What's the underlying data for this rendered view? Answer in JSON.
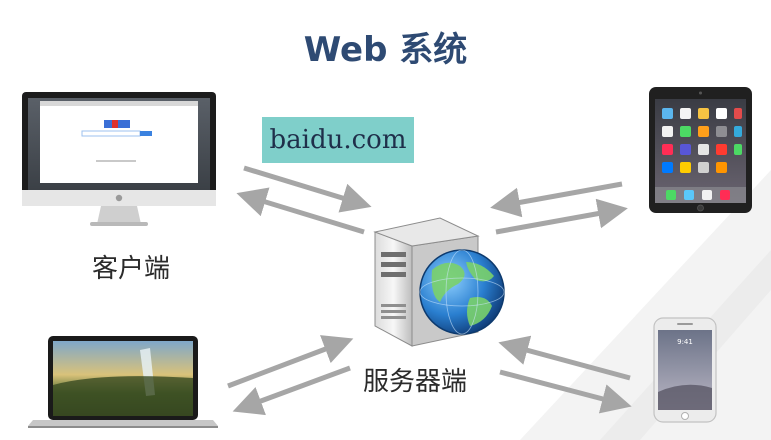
{
  "title": "Web 系统",
  "url_box": "baidu.com",
  "labels": {
    "client": "客户端",
    "server": "服务器端"
  },
  "colors": {
    "title": "#2e4a73",
    "url_box_bg": "#7fcfca",
    "arrow": "#a6a6a6"
  },
  "icons": {
    "desktop": "imac-desktop-icon",
    "laptop": "macbook-laptop-icon",
    "tablet": "ipad-tablet-icon",
    "phone": "iphone-icon",
    "server": "server-with-globe-icon"
  }
}
